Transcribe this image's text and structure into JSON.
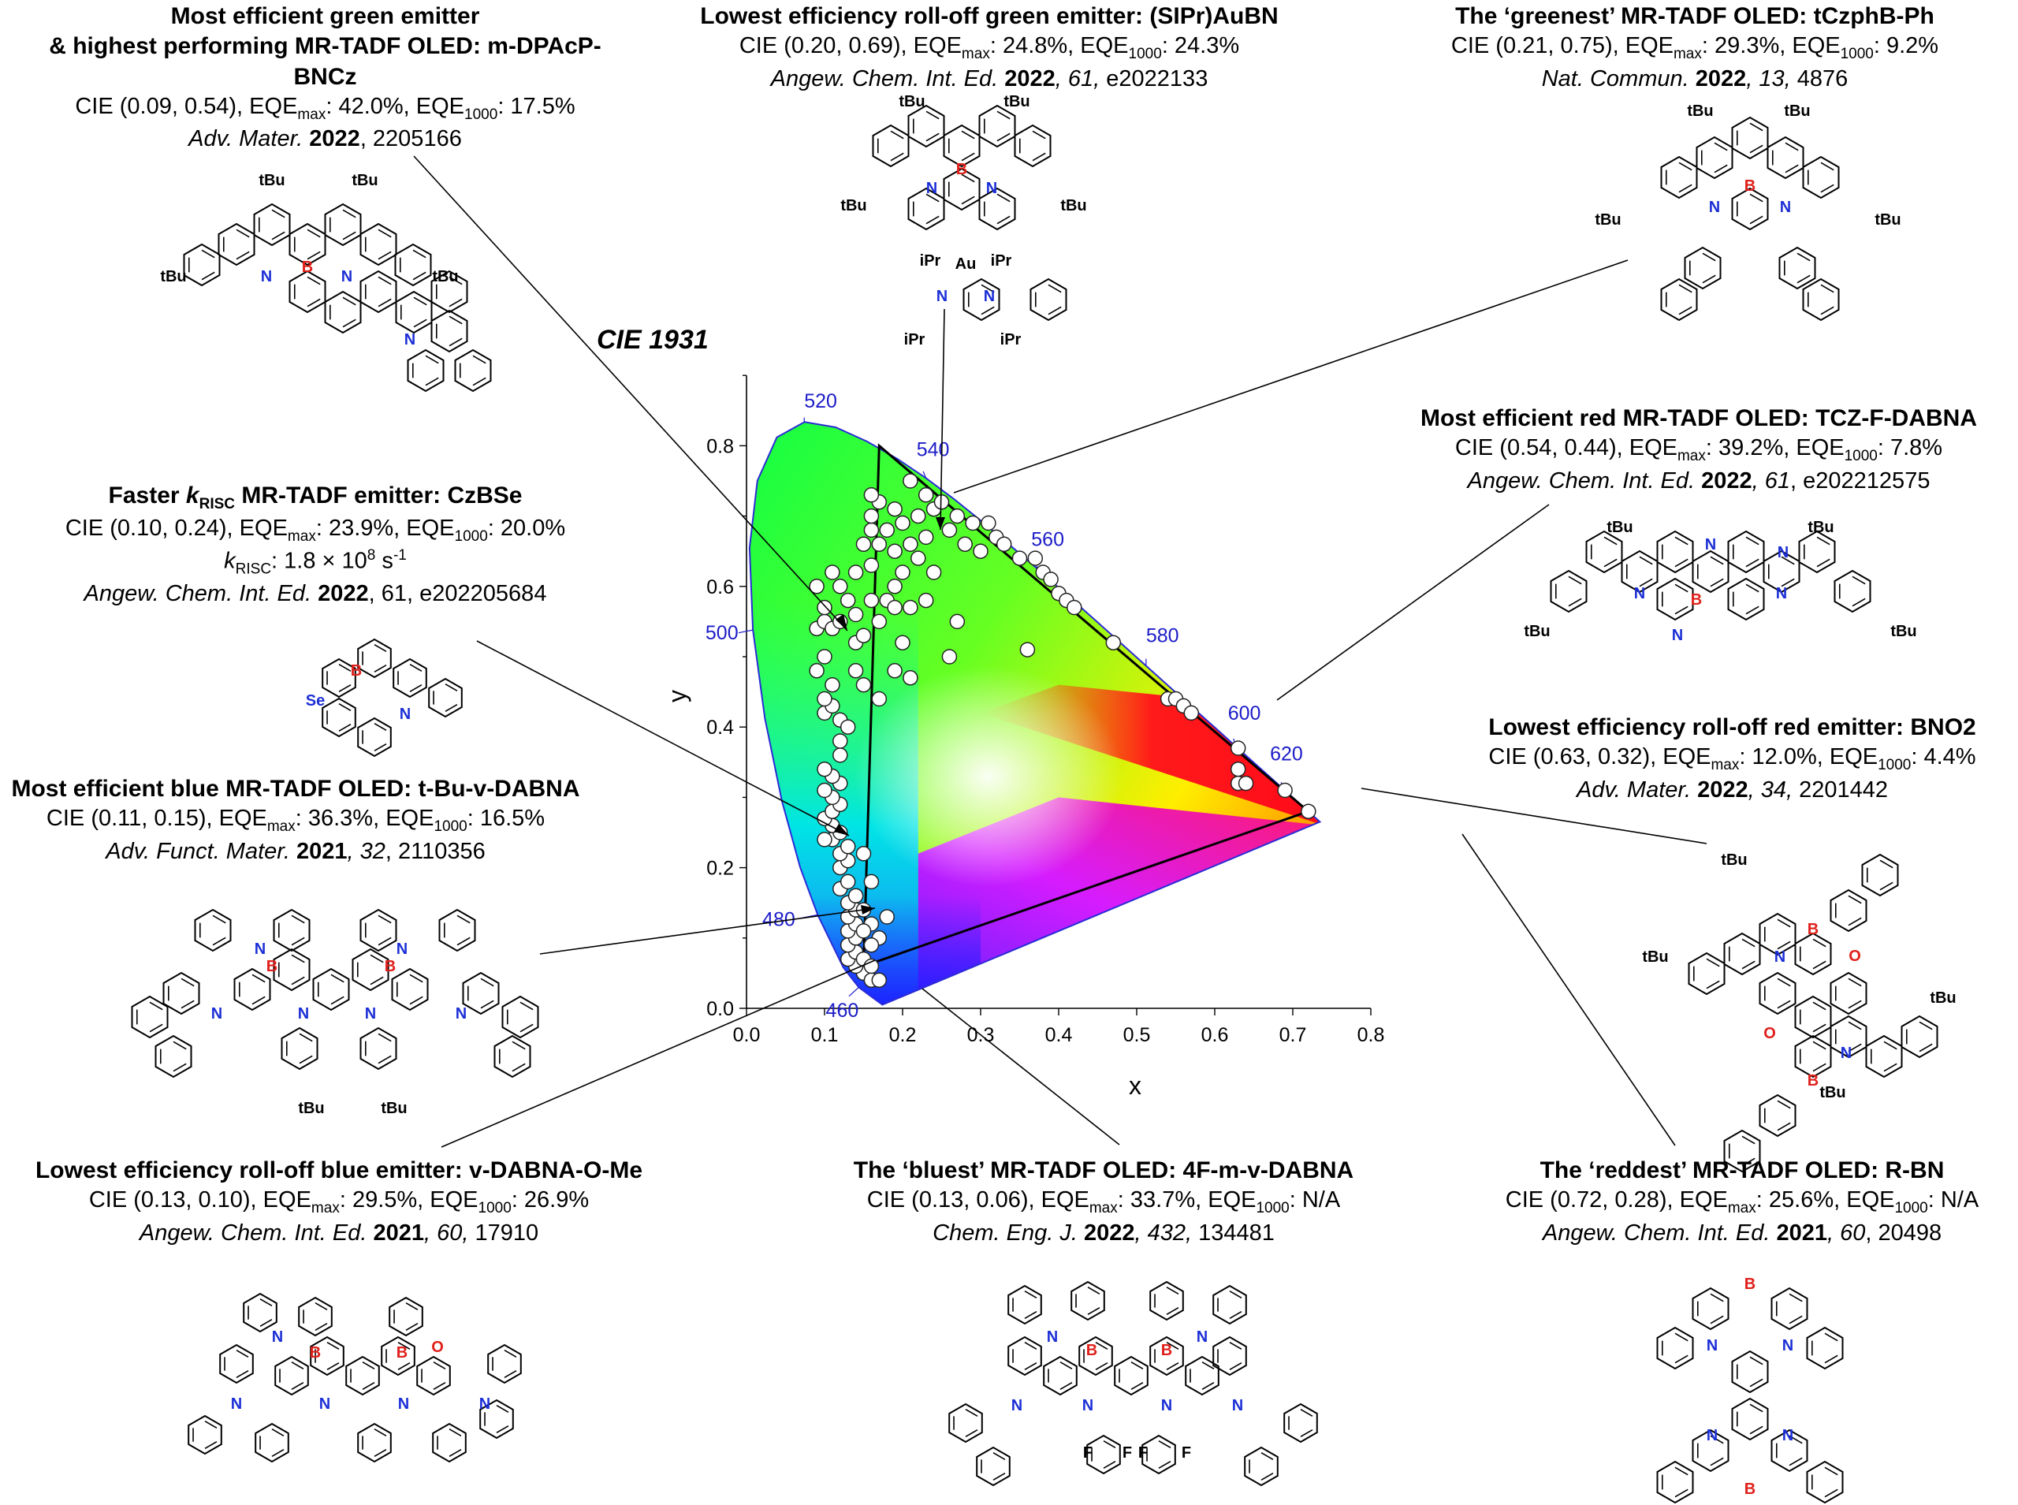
{
  "chart_data": {
    "type": "scatter",
    "title": "CIE 1931",
    "xlabel": "x",
    "ylabel": "y",
    "xlim": [
      0.0,
      0.8
    ],
    "ylim": [
      0.0,
      0.9
    ],
    "xticks": [
      "0.0",
      "0.1",
      "0.2",
      "0.3",
      "0.4",
      "0.5",
      "0.6",
      "0.7",
      "0.8"
    ],
    "yticks": [
      "0.0",
      "0.2",
      "0.4",
      "0.6",
      "0.8"
    ],
    "wavelength_labels": [
      {
        "nm": "460",
        "x": 0.144,
        "y": 0.03
      },
      {
        "nm": "480",
        "x": 0.091,
        "y": 0.133
      },
      {
        "nm": "500",
        "x": 0.008,
        "y": 0.538
      },
      {
        "nm": "520",
        "x": 0.074,
        "y": 0.834
      },
      {
        "nm": "540",
        "x": 0.23,
        "y": 0.754
      },
      {
        "nm": "560",
        "x": 0.373,
        "y": 0.624
      },
      {
        "nm": "580",
        "x": 0.512,
        "y": 0.487
      },
      {
        "nm": "600",
        "x": 0.627,
        "y": 0.372
      },
      {
        "nm": "620",
        "x": 0.691,
        "y": 0.308
      }
    ],
    "gamut_triangle": {
      "x": [
        0.17,
        0.72,
        0.15
      ],
      "y": [
        0.8,
        0.28,
        0.06
      ]
    },
    "series": [
      {
        "points": [
          [
            0.15,
            0.05
          ],
          [
            0.14,
            0.06
          ],
          [
            0.16,
            0.04
          ],
          [
            0.17,
            0.04
          ],
          [
            0.13,
            0.07
          ],
          [
            0.14,
            0.08
          ],
          [
            0.15,
            0.07
          ],
          [
            0.16,
            0.06
          ],
          [
            0.13,
            0.09
          ],
          [
            0.14,
            0.1
          ],
          [
            0.13,
            0.11
          ],
          [
            0.14,
            0.12
          ],
          [
            0.13,
            0.13
          ],
          [
            0.14,
            0.14
          ],
          [
            0.13,
            0.15
          ],
          [
            0.14,
            0.16
          ],
          [
            0.12,
            0.17
          ],
          [
            0.13,
            0.18
          ],
          [
            0.12,
            0.2
          ],
          [
            0.13,
            0.21
          ],
          [
            0.12,
            0.22
          ],
          [
            0.13,
            0.23
          ],
          [
            0.11,
            0.24
          ],
          [
            0.1,
            0.24
          ],
          [
            0.12,
            0.25
          ],
          [
            0.11,
            0.26
          ],
          [
            0.1,
            0.27
          ],
          [
            0.11,
            0.28
          ],
          [
            0.12,
            0.29
          ],
          [
            0.11,
            0.3
          ],
          [
            0.1,
            0.31
          ],
          [
            0.12,
            0.32
          ],
          [
            0.11,
            0.33
          ],
          [
            0.1,
            0.34
          ],
          [
            0.12,
            0.36
          ],
          [
            0.12,
            0.41
          ],
          [
            0.1,
            0.42
          ],
          [
            0.11,
            0.43
          ],
          [
            0.1,
            0.44
          ],
          [
            0.11,
            0.46
          ],
          [
            0.09,
            0.48
          ],
          [
            0.1,
            0.5
          ],
          [
            0.09,
            0.54
          ],
          [
            0.1,
            0.55
          ],
          [
            0.11,
            0.54
          ],
          [
            0.12,
            0.55
          ],
          [
            0.14,
            0.56
          ],
          [
            0.13,
            0.58
          ],
          [
            0.1,
            0.57
          ],
          [
            0.09,
            0.6
          ],
          [
            0.11,
            0.62
          ],
          [
            0.14,
            0.62
          ],
          [
            0.12,
            0.6
          ],
          [
            0.14,
            0.52
          ],
          [
            0.15,
            0.53
          ],
          [
            0.14,
            0.48
          ],
          [
            0.16,
            0.58
          ],
          [
            0.16,
            0.63
          ],
          [
            0.15,
            0.66
          ],
          [
            0.16,
            0.68
          ],
          [
            0.16,
            0.7
          ],
          [
            0.17,
            0.72
          ],
          [
            0.16,
            0.73
          ],
          [
            0.17,
            0.66
          ],
          [
            0.19,
            0.65
          ],
          [
            0.2,
            0.69
          ],
          [
            0.21,
            0.75
          ],
          [
            0.23,
            0.73
          ],
          [
            0.22,
            0.7
          ],
          [
            0.24,
            0.71
          ],
          [
            0.25,
            0.72
          ],
          [
            0.27,
            0.7
          ],
          [
            0.26,
            0.68
          ],
          [
            0.29,
            0.69
          ],
          [
            0.31,
            0.69
          ],
          [
            0.32,
            0.67
          ],
          [
            0.33,
            0.66
          ],
          [
            0.3,
            0.65
          ],
          [
            0.28,
            0.66
          ],
          [
            0.35,
            0.64
          ],
          [
            0.37,
            0.64
          ],
          [
            0.38,
            0.62
          ],
          [
            0.39,
            0.61
          ],
          [
            0.4,
            0.59
          ],
          [
            0.41,
            0.58
          ],
          [
            0.42,
            0.57
          ],
          [
            0.47,
            0.52
          ],
          [
            0.54,
            0.44
          ],
          [
            0.55,
            0.44
          ],
          [
            0.56,
            0.43
          ],
          [
            0.57,
            0.42
          ],
          [
            0.63,
            0.37
          ],
          [
            0.63,
            0.34
          ],
          [
            0.63,
            0.32
          ],
          [
            0.64,
            0.32
          ],
          [
            0.69,
            0.31
          ],
          [
            0.72,
            0.28
          ],
          [
            0.19,
            0.6
          ],
          [
            0.18,
            0.58
          ],
          [
            0.21,
            0.57
          ],
          [
            0.23,
            0.58
          ],
          [
            0.24,
            0.62
          ],
          [
            0.22,
            0.64
          ],
          [
            0.27,
            0.55
          ],
          [
            0.26,
            0.5
          ],
          [
            0.36,
            0.51
          ],
          [
            0.2,
            0.52
          ],
          [
            0.19,
            0.48
          ],
          [
            0.21,
            0.47
          ],
          [
            0.17,
            0.44
          ],
          [
            0.15,
            0.46
          ],
          [
            0.13,
            0.4
          ],
          [
            0.12,
            0.38
          ],
          [
            0.15,
            0.22
          ],
          [
            0.16,
            0.18
          ],
          [
            0.15,
            0.14
          ],
          [
            0.16,
            0.12
          ],
          [
            0.17,
            0.1
          ],
          [
            0.15,
            0.11
          ],
          [
            0.18,
            0.13
          ],
          [
            0.16,
            0.09
          ],
          [
            0.19,
            0.57
          ],
          [
            0.17,
            0.55
          ],
          [
            0.2,
            0.62
          ],
          [
            0.18,
            0.68
          ],
          [
            0.19,
            0.71
          ],
          [
            0.21,
            0.66
          ],
          [
            0.23,
            0.67
          ]
        ]
      }
    ]
  },
  "annotations": {
    "top_left": {
      "title1": "Most efficient green emitter",
      "title2": "& highest performing MR-TADF OLED:  m-DPAcP-BNCz",
      "cie": "CIE (0.09, 0.54), EQE",
      "max": "max",
      "eqe_max": ":  42.0%, EQE",
      "k1000": "1000",
      "eqe_1000": ": 17.5%",
      "journal": "Adv. Mater",
      "year": "2022",
      "pages": ", 2205166"
    },
    "top_center": {
      "title": "Lowest efficiency roll-off green emitter: (SIPr)AuBN",
      "cie": "CIE (0.20, 0.69), EQE",
      "eqe_max": ": 24.8%, EQE",
      "eqe_1000": ": 24.3%",
      "journal": "Angew. Chem. Int. Ed. ",
      "year": "2022",
      "volume": ", 61,",
      "pages": " e2022133"
    },
    "top_right": {
      "title": "The ‘greenest’ MR-TADF OLED: tCzphB-Ph",
      "cie": "CIE (0.21, 0.75), EQE",
      "eqe_max": ": 29.3%, EQE",
      "eqe_1000": ": 9.2%",
      "journal": "Nat. Commun. ",
      "year": "2022",
      "volume": ", 13,",
      "pages": " 4876"
    },
    "mid_right": {
      "title": "Most efficient red MR-TADF OLED: TCZ-F-DABNA",
      "cie": "CIE (0.54, 0.44), EQE",
      "eqe_max": ": 39.2%, EQE",
      "eqe_1000": ": 7.8%",
      "journal": "Angew. Chem. Int. Ed",
      "year": "2022",
      "volume": ", 61",
      "pages": ", e202212575"
    },
    "right": {
      "title": "Lowest efficiency roll-off red emitter: BNO2",
      "cie": "CIE (0.63, 0.32), EQE",
      "eqe_max": ": 12.0%, EQE",
      "eqe_1000": ": 4.4%",
      "journal": "Adv. Mater. ",
      "year": "2022",
      "volume": ", 34,",
      "pages": " 2201442"
    },
    "left_mid": {
      "title_a": "Faster ",
      "title_k": "k",
      "title_risc": "RISC",
      "title_b": " MR-TADF emitter: CzBSe",
      "cie": "CIE (0.10, 0.24), EQE",
      "eqe_max": ": 23.9%, EQE",
      "eqe_1000": ": 20.0%",
      "krisc_k": "k",
      "krisc_sub": "RISC",
      "krisc_val": ": 1.8 × 10",
      "krisc_exp": "8",
      "krisc_unit": " s",
      "krisc_unit_exp": "-1",
      "journal": "Angew. Chem. Int. Ed. ",
      "year": "2022",
      "pages": ", 61, e202205684"
    },
    "left_blue": {
      "title": "Most efficient blue MR-TADF OLED: t-Bu-v-DABNA",
      "cie": "CIE (0.11, 0.15), EQE",
      "eqe_max": ": 36.3%, EQE",
      "eqe_1000": ": 16.5%",
      "journal": "Adv. Funct. Mater",
      "year": "2021",
      "volume": ", 32",
      "pages": ", 2110356"
    },
    "bottom_left": {
      "title": "Lowest efficiency roll-off blue emitter: v-DABNA-O-Me",
      "cie": "CIE (0.13, 0.10), EQE",
      "eqe_max": ": 29.5%, EQE",
      "eqe_1000": ": 26.9%",
      "journal": "Angew. Chem. Int. Ed. ",
      "year": "2021",
      "volume": ", 60,",
      "pages": " 17910"
    },
    "bottom_center": {
      "title": "The ‘bluest’ MR-TADF OLED: 4F-m-v-DABNA",
      "cie": "CIE (0.13, 0.06), EQE",
      "eqe_max": ": 33.7%, EQE",
      "eqe_1000": ": N/A",
      "journal": "Chem. Eng. J. ",
      "year": "2022",
      "volume": ", 432,",
      "pages": " 134481"
    },
    "bottom_right": {
      "title": "The ‘reddest’ MR-TADF OLED: R-BN",
      "cie": "CIE (0.72, 0.28), EQE",
      "eqe_max": ": 25.6%, EQE",
      "eqe_1000": ": N/A",
      "journal": "Angew. Chem. Int. Ed",
      "year": "2021",
      "volume": ", 60",
      "pages": ", 20498"
    }
  },
  "atom_labels": {
    "boron": "B",
    "nitrogen": "N",
    "oxygen": "O",
    "selenium": "Se",
    "gold": "Au",
    "fluorine": "F",
    "tbu": "tBu",
    "ipr": "iPr"
  },
  "colors": {
    "boron": "#e0201b",
    "nitrogen": "#1c2fd6",
    "oxygen": "#e0201b",
    "selenium": "#1c2fd6",
    "wavelength": "#1c1cc8"
  }
}
